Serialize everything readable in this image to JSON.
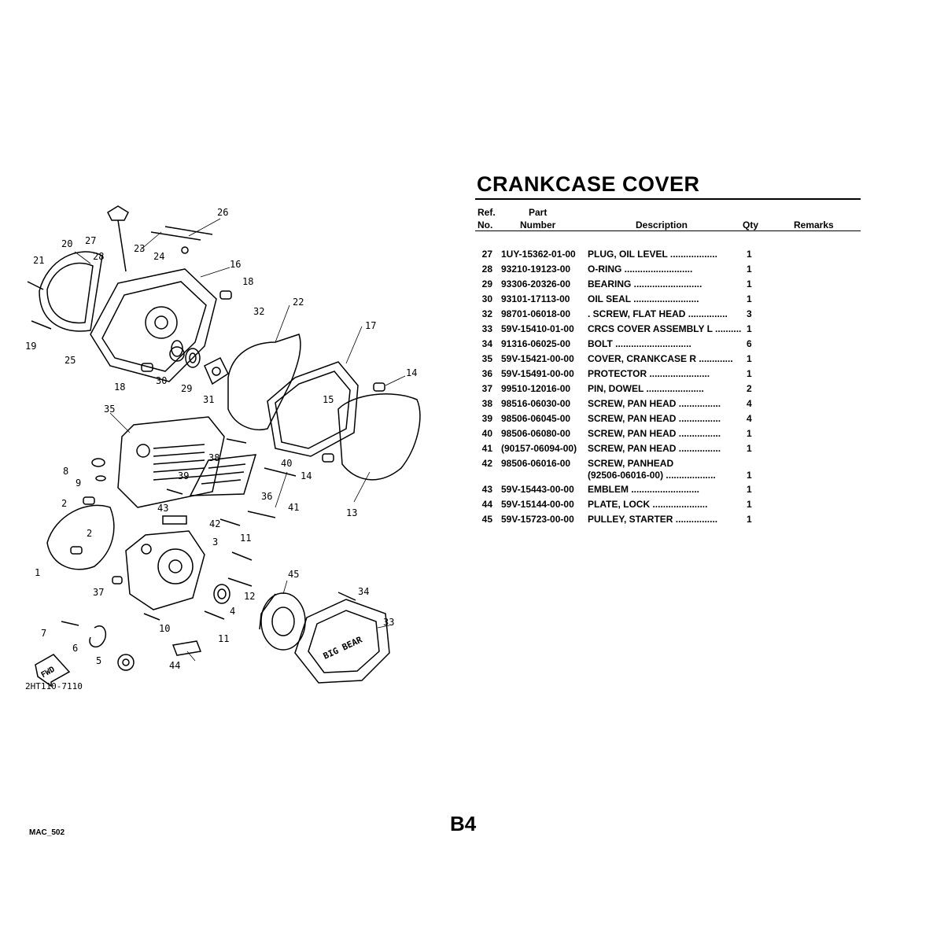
{
  "title": "CRANKCASE COVER",
  "headers": {
    "ref_line1": "Ref.",
    "ref_line2": "No.",
    "part_line1": "Part",
    "part_line2": "Number",
    "description": "Description",
    "qty": "Qty",
    "remarks": "Remarks"
  },
  "parts": [
    {
      "ref": "27",
      "number": "1UY-15362-01-00",
      "description": "PLUG, OIL LEVEL  ..................",
      "qty": "1"
    },
    {
      "ref": "28",
      "number": "93210-19123-00",
      "description": "O-RING  ..........................",
      "qty": "1"
    },
    {
      "ref": "29",
      "number": "93306-20326-00",
      "description": "BEARING ..........................",
      "qty": "1"
    },
    {
      "ref": "30",
      "number": "93101-17113-00",
      "description": "OIL SEAL .........................",
      "qty": "1"
    },
    {
      "ref": "32",
      "number": "98701-06018-00",
      "description": ". SCREW, FLAT HEAD ...............",
      "qty": "3"
    },
    {
      "ref": "33",
      "number": "59V-15410-01-00",
      "description": "CRCS COVER ASSEMBLY L  ..........",
      "qty": "1"
    },
    {
      "ref": "34",
      "number": "91316-06025-00",
      "description": "BOLT .............................",
      "qty": "6"
    },
    {
      "ref": "35",
      "number": "59V-15421-00-00",
      "description": "COVER, CRANKCASE R  .............",
      "qty": "1"
    },
    {
      "ref": "36",
      "number": "59V-15491-00-00",
      "description": "PROTECTOR  .......................",
      "qty": "1"
    },
    {
      "ref": "37",
      "number": "99510-12016-00",
      "description": "PIN, DOWEL  ......................",
      "qty": "2"
    },
    {
      "ref": "38",
      "number": "98516-06030-00",
      "description": "SCREW, PAN HEAD  ................",
      "qty": "4"
    },
    {
      "ref": "39",
      "number": "98506-06045-00",
      "description": "SCREW, PAN HEAD  ................",
      "qty": "4"
    },
    {
      "ref": "40",
      "number": "98506-06080-00",
      "description": "SCREW, PAN HEAD  ................",
      "qty": "1"
    },
    {
      "ref": "41",
      "number": "(90157-06094-00)",
      "description": "SCREW, PAN HEAD  ................",
      "qty": "1"
    },
    {
      "ref": "42",
      "number": "98506-06016-00",
      "description": "SCREW, PANHEAD",
      "description2": "(92506-06016-00) ...................",
      "qty": "",
      "qty2": "1"
    },
    {
      "ref": "43",
      "number": "59V-15443-00-00",
      "description": "EMBLEM  ..........................",
      "qty": "1"
    },
    {
      "ref": "44",
      "number": "59V-15144-00-00",
      "description": "PLATE, LOCK  .....................",
      "qty": "1"
    },
    {
      "ref": "45",
      "number": "59V-15723-00-00",
      "description": "PULLEY, STARTER  ................",
      "qty": "1"
    }
  ],
  "diagram": {
    "callouts": [
      "26",
      "27",
      "20",
      "23",
      "24",
      "21",
      "28",
      "16",
      "18",
      "32",
      "22",
      "19",
      "25",
      "17",
      "30",
      "29",
      "31",
      "18",
      "14",
      "35",
      "15",
      "8",
      "9",
      "38",
      "39",
      "40",
      "14",
      "36",
      "2",
      "43",
      "41",
      "13",
      "42",
      "2",
      "11",
      "3",
      "1",
      "45",
      "37",
      "34",
      "12",
      "4",
      "33",
      "7",
      "10",
      "11",
      "6",
      "5",
      "44"
    ],
    "fwd_label": "FWD",
    "emblem_text": "BIG BEAR",
    "drawing_code": "2HT110-7110"
  },
  "footer": {
    "code": "MAC_502",
    "page": "B4"
  }
}
